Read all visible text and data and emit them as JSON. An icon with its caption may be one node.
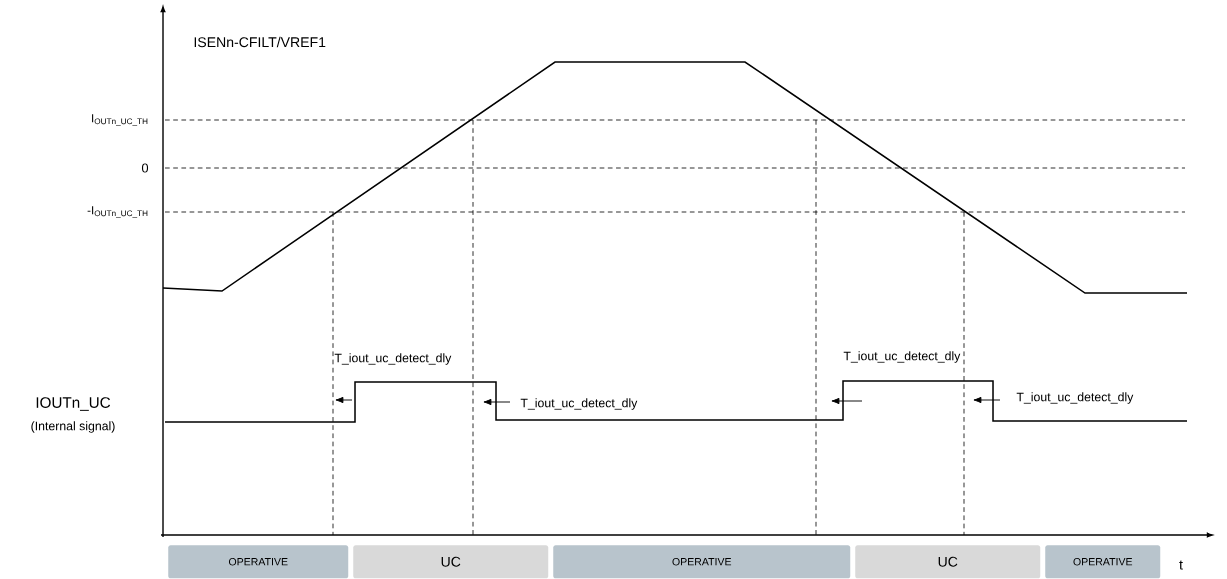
{
  "diagram": {
    "nodes": [
      {
        "text": [
          "OPERATIVE"
        ]
      },
      {
        "text": [
          "UC"
        ]
      },
      {
        "text": [
          "OPERATIVE"
        ]
      },
      {
        "text": [
          "UC"
        ]
      },
      {
        "text": [
          "OPERATIVE"
        ]
      }
    ],
    "labels": [
      "ISENn-CFILT/VREF1",
      "I$_{OUTn_UC_TH}$",
      "0",
      "-I$_{OUTn_UC_TH}$",
      "T_iout_uc_detect_dly",
      "T_iout_uc_detect_dly",
      "IOUTn_UC",
      "(Internal signal)",
      "T_iout_uc_detect_dly",
      "T_iout_uc_detect_dly",
      "t"
    ]
  }
}
